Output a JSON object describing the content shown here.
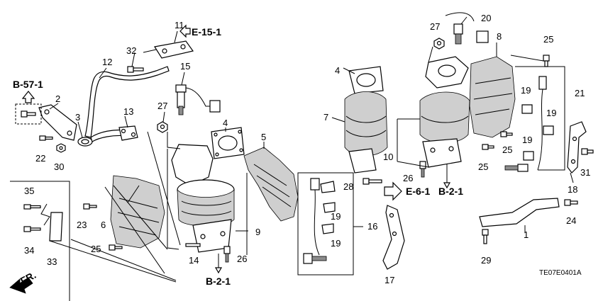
{
  "diagram_code": "TE07E0401A",
  "refs": {
    "e15": "E-15-1",
    "b57": "B-57-1",
    "e6": "E-6-1",
    "b2_left": "B-2-1",
    "b2_right": "B-2-1",
    "fr": "FR."
  },
  "callouts": {
    "c1": "1",
    "c2": "2",
    "c3": "3",
    "c4a": "4",
    "c4b": "4",
    "c5": "5",
    "c6": "6",
    "c7": "7",
    "c8": "8",
    "c9": "9",
    "c10": "10",
    "c11": "11",
    "c12": "12",
    "c13": "13",
    "c14": "14",
    "c15": "15",
    "c16": "16",
    "c17": "17",
    "c18": "18",
    "c19a": "19",
    "c19b": "19",
    "c19c": "19",
    "c19d": "19",
    "c19e": "19",
    "c20": "20",
    "c21": "21",
    "c22": "22",
    "c23": "23",
    "c24": "24",
    "c25a": "25",
    "c25b": "25",
    "c25c": "25",
    "c25d": "25",
    "c26a": "26",
    "c26b": "26",
    "c27a": "27",
    "c27b": "27",
    "c28": "28",
    "c29": "29",
    "c30": "30",
    "c31": "31",
    "c32": "32",
    "c33": "33",
    "c34": "34",
    "c35": "35"
  }
}
